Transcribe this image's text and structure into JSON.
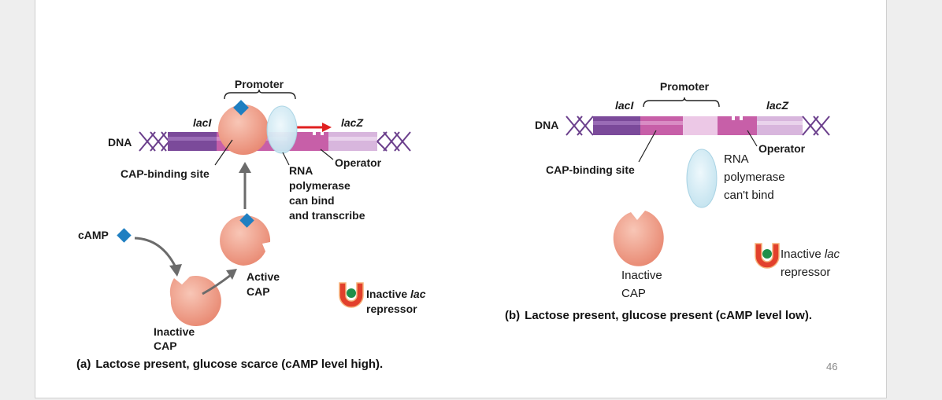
{
  "panel_a": {
    "promoter": "Promoter",
    "lacI": "lacI",
    "lacZ": "lacZ",
    "dna": "DNA",
    "cap_binding_site": "CAP-binding site",
    "operator": "Operator",
    "rna_pol_line1": "RNA",
    "rna_pol_line2": "polymerase",
    "rna_pol_line3": "can bind",
    "rna_pol_line4": "and transcribe",
    "camp": "cAMP",
    "active_cap_line1": "Active",
    "active_cap_line2": "CAP",
    "inactive_cap_line1": "Inactive",
    "inactive_cap_line2": "CAP",
    "repressor_line1_a": "Inactive ",
    "repressor_line1_b": "lac",
    "repressor_line2": "repressor",
    "caption_letter": "(a)",
    "caption_text": "Lactose present, glucose scarce (cAMP level high)."
  },
  "panel_b": {
    "promoter": "Promoter",
    "lacI": "lacI",
    "lacZ": "lacZ",
    "dna": "DNA",
    "operator": "Operator",
    "cap_binding_site": "CAP-binding site",
    "rna_pol_line1": "RNA",
    "rna_pol_line2": "polymerase",
    "rna_pol_line3": "can't bind",
    "repressor_line1_a": "Inactive ",
    "repressor_line1_b": "lac",
    "repressor_line2": "repressor",
    "inactive_cap_line1": "Inactive",
    "inactive_cap_line2": "CAP",
    "caption_letter": "(b)",
    "caption_text": "Lactose present, glucose present (cAMP level low)."
  },
  "page_number": "46",
  "colors": {
    "dna_purple": "#7b4a9a",
    "dna_magenta": "#c75fa8",
    "dna_light": "#e6c7e2",
    "cap_fill": "#f2a08a",
    "camp_blue": "#1f7fc1",
    "rna_pol": "#d9eef6",
    "arrow_red": "#e02020",
    "repressor_red": "#e2402c",
    "repressor_green": "#1f8f4a"
  }
}
